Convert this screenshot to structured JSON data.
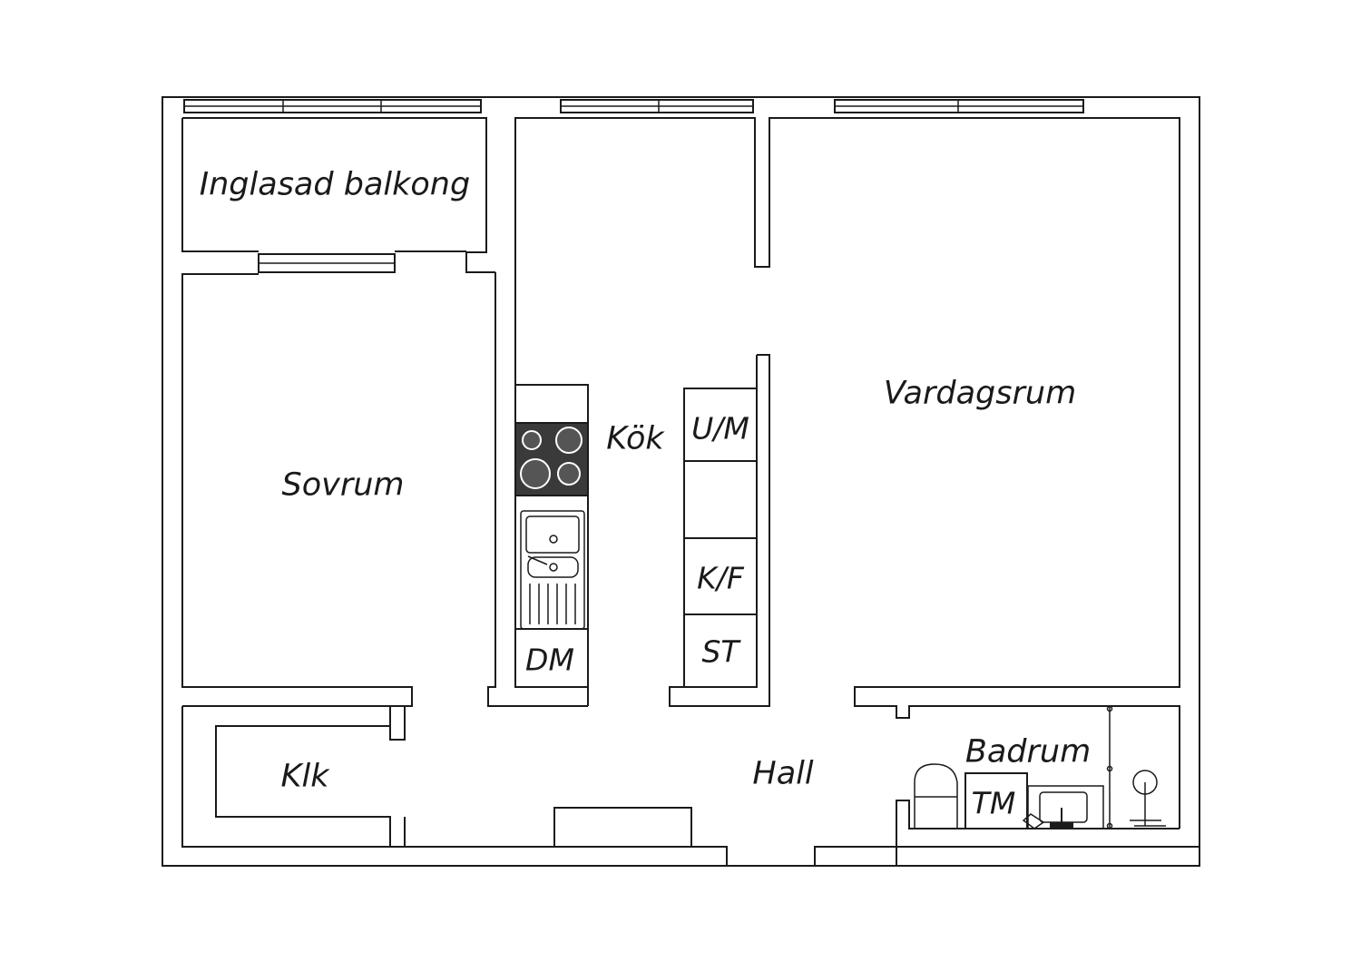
{
  "rooms": {
    "balcony": "Inglasad balkong",
    "bedroom": "Sovrum",
    "kitchen": "Kök",
    "living_room": "Vardagsrum",
    "closet": "Klk",
    "hall": "Hall",
    "bathroom": "Badrum"
  },
  "fixtures": {
    "freezer_fridge_top": "U/M",
    "fridge_freezer": "K/F",
    "wardrobe": "ST",
    "dishwasher": "DM",
    "washing_machine": "TM"
  }
}
